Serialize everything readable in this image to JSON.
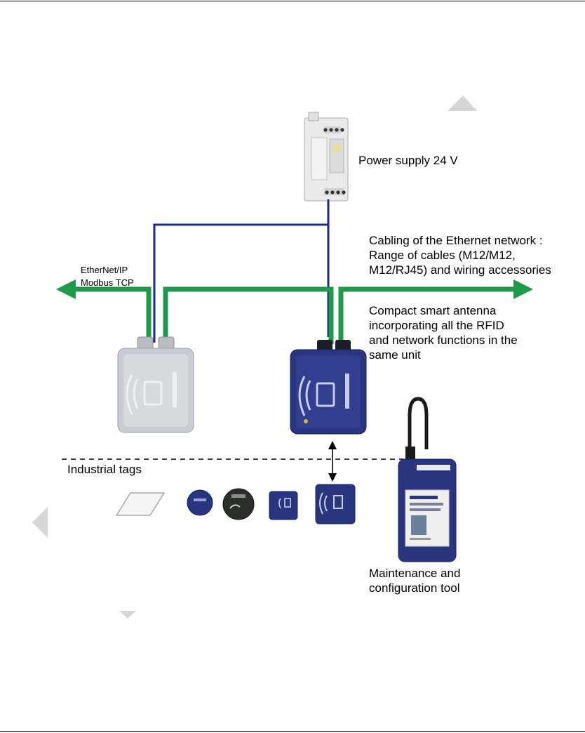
{
  "labels": {
    "power_supply": "Power supply 24 V",
    "protocols": [
      "EtherNet/IP",
      "Modbus TCP"
    ],
    "cabling": [
      "Cabling of the Ethernet network :",
      "Range of cables (M12/M12,",
      "M12/RJ45) and wiring accessories"
    ],
    "antenna": [
      "Compact smart antenna",
      "incorporating all the RFID",
      "and network functions in the",
      "same unit"
    ],
    "tags": "Industrial tags",
    "tool": [
      "Maintenance and",
      "configuration tool"
    ]
  },
  "colors": {
    "ethernet_cable": "#1f9a4a",
    "power_cable": "#1b2a8c",
    "antenna_blue": "#2a3580",
    "antenna_grey": "#c9ccd3"
  }
}
